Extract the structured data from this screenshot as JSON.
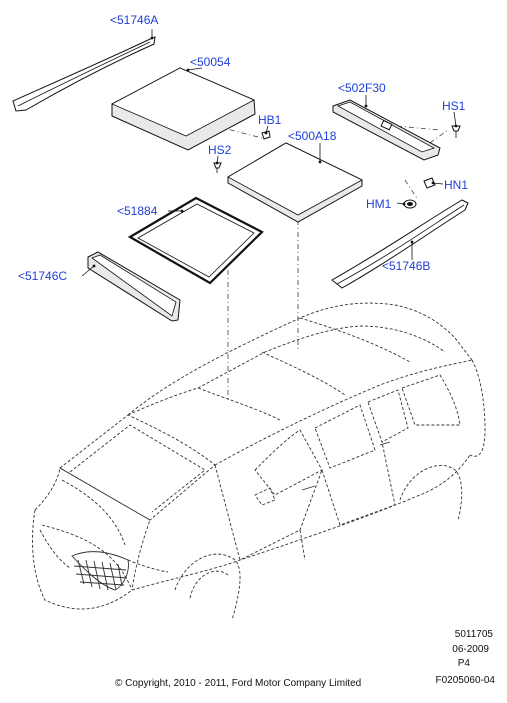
{
  "callouts": {
    "c51746a": "<51746A",
    "c50054": "<50054",
    "c502f30": "<502F30",
    "hs1": "HS1",
    "hb1": "HB1",
    "c500a18": "<500A18",
    "hs2": "HS2",
    "hn1": "HN1",
    "c51884": "<51884",
    "hm1": "HM1",
    "c51746c": "<51746C",
    "c51746b": "<51746B"
  },
  "footer": {
    "ref_number": "5011705",
    "date": "06-2009",
    "page": "P4",
    "figure_code": "F0205060-04",
    "copyright": "© Copyright, 2010 - 2011, Ford Motor Company Limited"
  },
  "colors": {
    "callout_text": "#1f3fd9",
    "line_art": "#111111"
  }
}
